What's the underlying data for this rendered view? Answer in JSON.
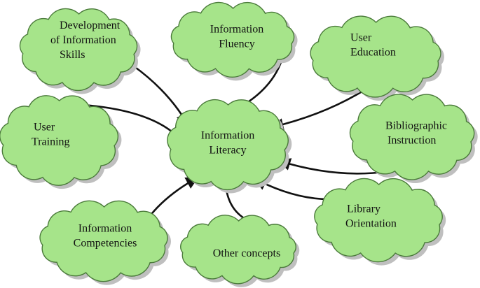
{
  "colors": {
    "cloud_fill": "#a6e48a",
    "cloud_stroke": "#4a7a3a",
    "shadow": "#bfbfbf",
    "arrow": "#111111"
  },
  "center": {
    "lines": [
      "Information",
      "Literacy"
    ]
  },
  "nodes": [
    {
      "id": "development-of-information-skills",
      "lines": [
        "Development",
        "of Information",
        "Skills"
      ]
    },
    {
      "id": "information-fluency",
      "lines": [
        "Information",
        "Fluency"
      ]
    },
    {
      "id": "user-education",
      "lines": [
        "User",
        "Education"
      ]
    },
    {
      "id": "user-training",
      "lines": [
        "User",
        "Training"
      ]
    },
    {
      "id": "bibliographic-instruction",
      "lines": [
        "Bibliographic",
        "Instruction"
      ]
    },
    {
      "id": "library-orientation",
      "lines": [
        "Library",
        "Orientation"
      ]
    },
    {
      "id": "information-competencies",
      "lines": [
        "Information",
        "Competencies"
      ]
    },
    {
      "id": "other-concepts",
      "lines": [
        "Other concepts"
      ]
    }
  ]
}
